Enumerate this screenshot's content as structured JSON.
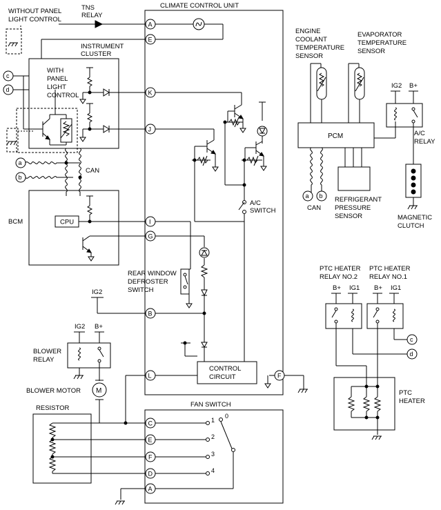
{
  "labels": {
    "without_panel": [
      "WITHOUT PANEL",
      "LIGHT CONTROL"
    ],
    "tns_relay": [
      "TNS",
      "RELAY"
    ],
    "climate_control_unit": "CLIMATE CONTROL UNIT",
    "instrument_cluster": [
      "INSTRUMENT",
      "CLUSTER"
    ],
    "with_panel": [
      "WITH",
      "PANEL",
      "LIGHT",
      "CONTROL"
    ],
    "engine_coolant": [
      "ENGINE",
      "COOLANT",
      "TEMPERATURE",
      "SENSOR"
    ],
    "evaporator": [
      "EVAPORATOR",
      "TEMPERATURE",
      "SENSOR"
    ],
    "pcm": "PCM",
    "ig2": "IG2",
    "b_plus": "B+",
    "ig1": "IG1",
    "ac_relay": [
      "A/C",
      "RELAY"
    ],
    "can": "CAN",
    "refrigerant": [
      "REFRIGERANT",
      "PRESSURE",
      "SENSOR"
    ],
    "magnetic_clutch": [
      "MAGNETIC",
      "CLUTCH"
    ],
    "bcm": "BCM",
    "cpu": "CPU",
    "ac_switch": [
      "A/C",
      "SWITCH"
    ],
    "rear_window": [
      "REAR WINDOW",
      "DEFROSTER",
      "SWITCH"
    ],
    "ptc_relay_2": [
      "PTC HEATER",
      "RELAY NO.2"
    ],
    "ptc_relay_1": [
      "PTC HEATER",
      "RELAY NO.1"
    ],
    "blower_relay": [
      "BLOWER",
      "RELAY"
    ],
    "blower_motor": "BLOWER MOTOR",
    "motor": "M",
    "control_circuit": [
      "CONTROL",
      "CIRCUIT"
    ],
    "ptc_heater": [
      "PTC",
      "HEATER"
    ],
    "resistor": "RESISTOR",
    "fan_switch": "FAN SWITCH"
  },
  "pins": {
    "A": "A",
    "E": "E",
    "K": "K",
    "J": "J",
    "I": "I",
    "G": "G",
    "B": "B",
    "L": "L",
    "F": "F",
    "C": "C",
    "D": "D"
  },
  "refs": {
    "a": "a",
    "b": "b",
    "c": "c",
    "d": "d"
  },
  "fan_positions": [
    "0",
    "1",
    "2",
    "3",
    "4"
  ]
}
